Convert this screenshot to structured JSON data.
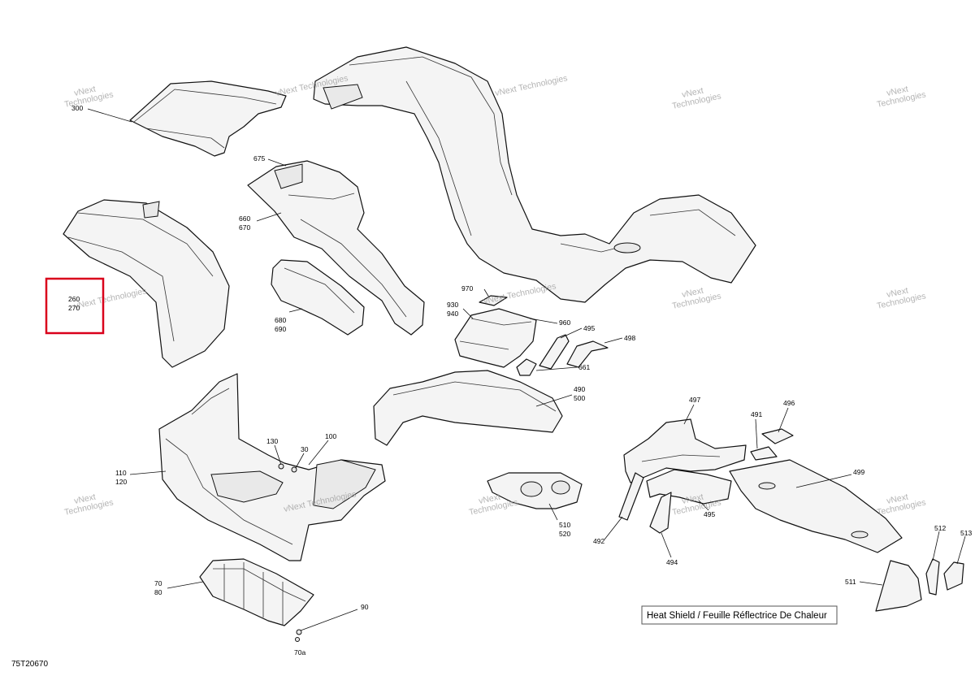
{
  "diagram": {
    "legend": "Heat Shield / Feuille Réflectrice De Chaleur",
    "drawing_code": "75T20670",
    "watermark_line1": "vNext",
    "watermark_line2": "Technologies",
    "watermark_full": "vNext Technologies",
    "highlight_color": "#d9001b",
    "callouts": {
      "c300": "300",
      "c675": "675",
      "c660": "660",
      "c670": "670",
      "c260": "260",
      "c270": "270",
      "c680": "680",
      "c690": "690",
      "c970": "970",
      "c930": "930",
      "c940": "940",
      "c960": "960",
      "c495a": "495",
      "c498": "498",
      "c661": "661",
      "c490": "490",
      "c500": "500",
      "c130": "130",
      "c30": "30",
      "c100": "100",
      "c110": "110",
      "c120": "120",
      "c497": "497",
      "c491": "491",
      "c496": "496",
      "c499": "499",
      "c510": "510",
      "c520": "520",
      "c495b": "495",
      "c492": "492",
      "c494": "494",
      "c512": "512",
      "c513": "513",
      "c511": "511",
      "c70": "70",
      "c80": "80",
      "c90": "90",
      "c70a": "70a"
    }
  }
}
